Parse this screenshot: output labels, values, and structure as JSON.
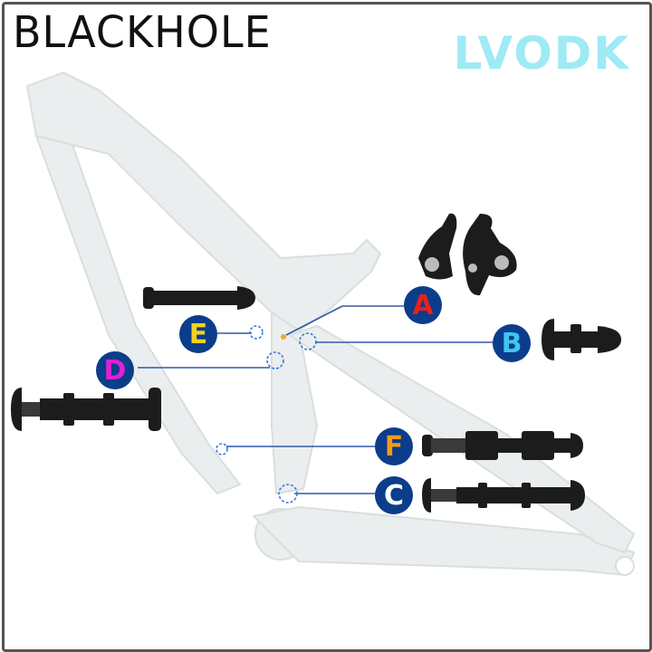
{
  "brand": "BLACKHOLE",
  "logo": "LVODK",
  "labels": [
    {
      "id": "A",
      "letter": "A",
      "color": "#e8201c",
      "bg": "#0b3d8a"
    },
    {
      "id": "B",
      "letter": "B",
      "color": "#3ec7f0",
      "bg": "#0b3d8a"
    },
    {
      "id": "C",
      "letter": "C",
      "color": "#ffffff",
      "bg": "#0b3d8a"
    },
    {
      "id": "D",
      "letter": "D",
      "color": "#e020d8",
      "bg": "#0b3d8a"
    },
    {
      "id": "E",
      "letter": "E",
      "color": "#f5d21e",
      "bg": "#0b3d8a"
    },
    {
      "id": "F",
      "letter": "F",
      "color": "#f59a1a",
      "bg": "#0b3d8a"
    }
  ],
  "colors": {
    "leader": "#2f5aa8",
    "frame": "#e9ecec",
    "frame_edge": "#d7dcdc",
    "part": "#1c1c1c"
  }
}
